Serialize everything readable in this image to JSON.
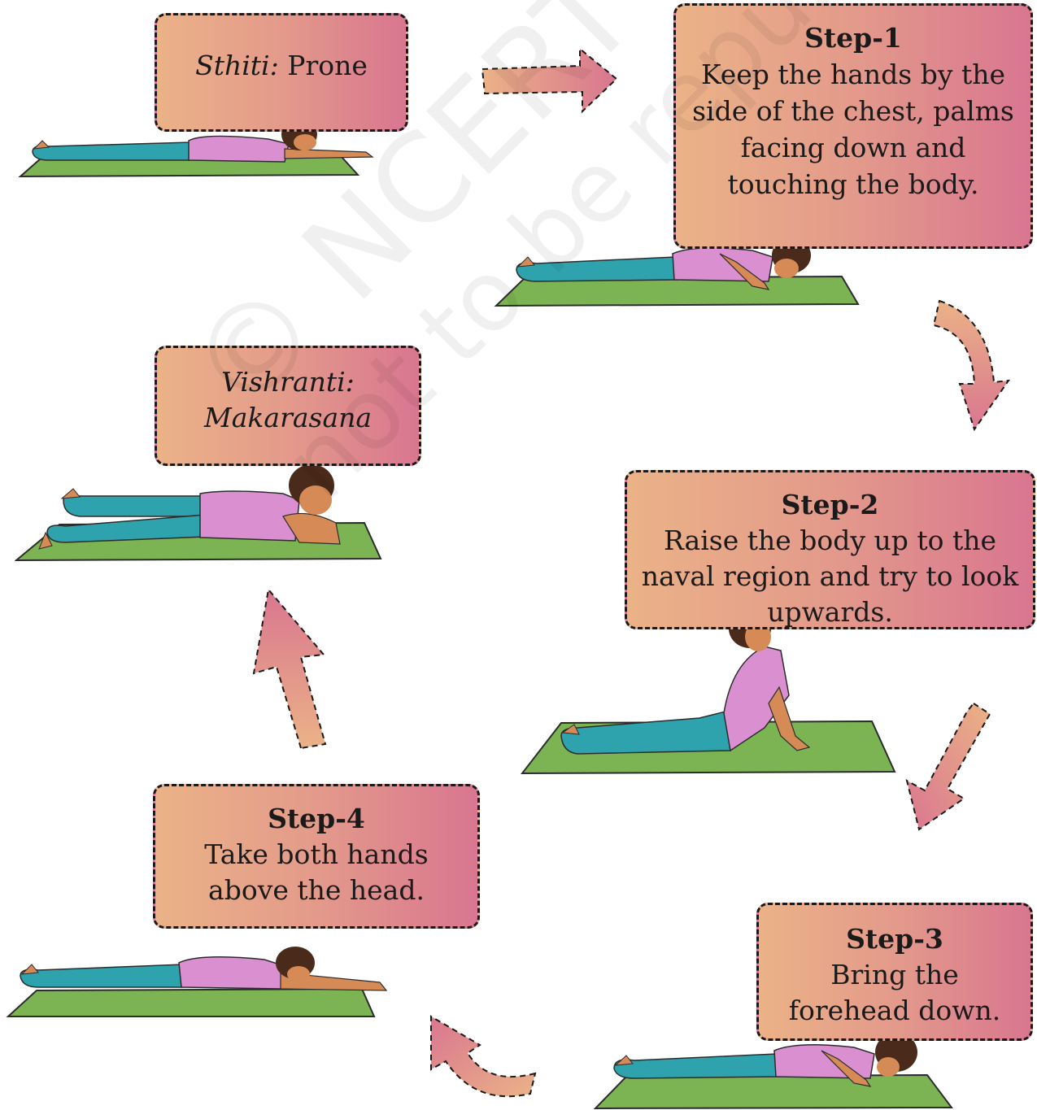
{
  "sthiti": {
    "label": "Sthiti:",
    "value": "Prone"
  },
  "vishranti": {
    "label": "Vishranti:",
    "value": "Makarasana"
  },
  "steps": [
    {
      "title": "Step-1",
      "text": "Keep the hands by the side of the chest, palms facing down and touching the body."
    },
    {
      "title": "Step-2",
      "text": "Raise the body up to the naval region and try to look upwards."
    },
    {
      "title": "Step-3",
      "text": "Bring the forehead down."
    },
    {
      "title": "Step-4",
      "text": "Take both hands above the head."
    }
  ],
  "watermark": {
    "line1": "© NCERT",
    "line2": "not to be republished"
  },
  "colors": {
    "box_gradient_start": "#ebb287",
    "box_gradient_end": "#d97690",
    "mat": "#7cb454",
    "shirt": "#d98fd0",
    "trousers": "#2fa3ad",
    "skin": "#d68a55",
    "hair": "#4a2a1a"
  }
}
